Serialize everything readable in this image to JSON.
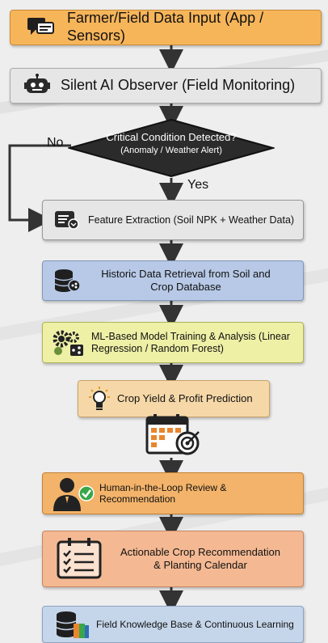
{
  "flow": {
    "step1": "Farmer/Field Data Input (App / Sensors)",
    "step2": "Silent AI Observer (Field Monitoring)",
    "decision": {
      "title": "Critical Condition Detected?",
      "subtitle": "(Anomaly / Weather Alert)",
      "no_label": "No",
      "yes_label": "Yes"
    },
    "step3": "Feature Extraction (Soil NPK + Weather Data)",
    "step4": "Historic Data Retrieval from Soil and Crop Database",
    "step5": "ML-Based Model Training & Analysis (Linear Regression / Random Forest)",
    "step6": "Crop Yield & Profit Prediction",
    "step7": "Human-in-the-Loop Review & Recommendation",
    "step8": "Actionable Crop Recommendation & Planting Calendar",
    "step9": "Field Knowledge Base & Continuous Learning"
  },
  "colors": {
    "orange": "#f7b55a",
    "gray": "#e6e6e6",
    "dark_diamond": "#2b2b2b",
    "blue": "#b7c9e6",
    "yellow": "#eef0a6",
    "peach": "#f6d8a8",
    "light_orange": "#f3b36a",
    "salmon": "#f4b993",
    "light_blue": "#c6d6ea",
    "arrow": "#333333"
  },
  "icons": [
    "chat-icon",
    "robot-icon",
    "document-search-icon",
    "database-icon",
    "gears-icon",
    "lightbulb-icon",
    "calendar-target-icon",
    "user-check-icon",
    "checklist-icon",
    "database-book-icon"
  ]
}
